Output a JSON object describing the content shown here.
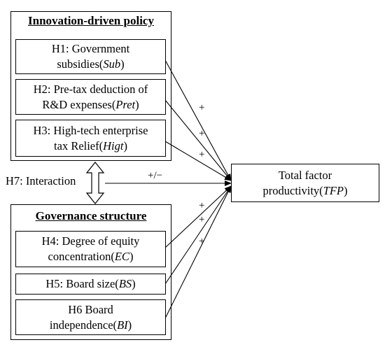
{
  "policy_group": {
    "title": "Innovation-driven policy",
    "items": [
      {
        "line1": "H1: Government",
        "line2a": "subsidies(",
        "abbr": "Sub",
        "line2b": ")"
      },
      {
        "line1": "H2: Pre-tax deduction of",
        "line2a": "R&D expenses(",
        "abbr": "Pret",
        "line2b": ")"
      },
      {
        "line1": "H3: High-tech enterprise",
        "line2a": "tax Relief(",
        "abbr": "Higt",
        "line2b": ")"
      }
    ]
  },
  "governance_group": {
    "title": "Governance structure",
    "items": [
      {
        "line1": "H4: Degree of equity",
        "line2a": "concentration(",
        "abbr": "EC",
        "line2b": ")"
      },
      {
        "line1": "",
        "line2a": "H5: Board size(",
        "abbr": "BS",
        "line2b": ")"
      },
      {
        "line1": "H6 Board",
        "line2a": "independence(",
        "abbr": "BI",
        "line2b": ")"
      }
    ]
  },
  "interaction": {
    "label": "H7: Interaction",
    "sign": "+/−"
  },
  "outcome": {
    "line1": "Total factor",
    "line2a": "productivity(",
    "abbr": "TFP",
    "line2b": ")"
  },
  "signs": {
    "plus": "+"
  }
}
